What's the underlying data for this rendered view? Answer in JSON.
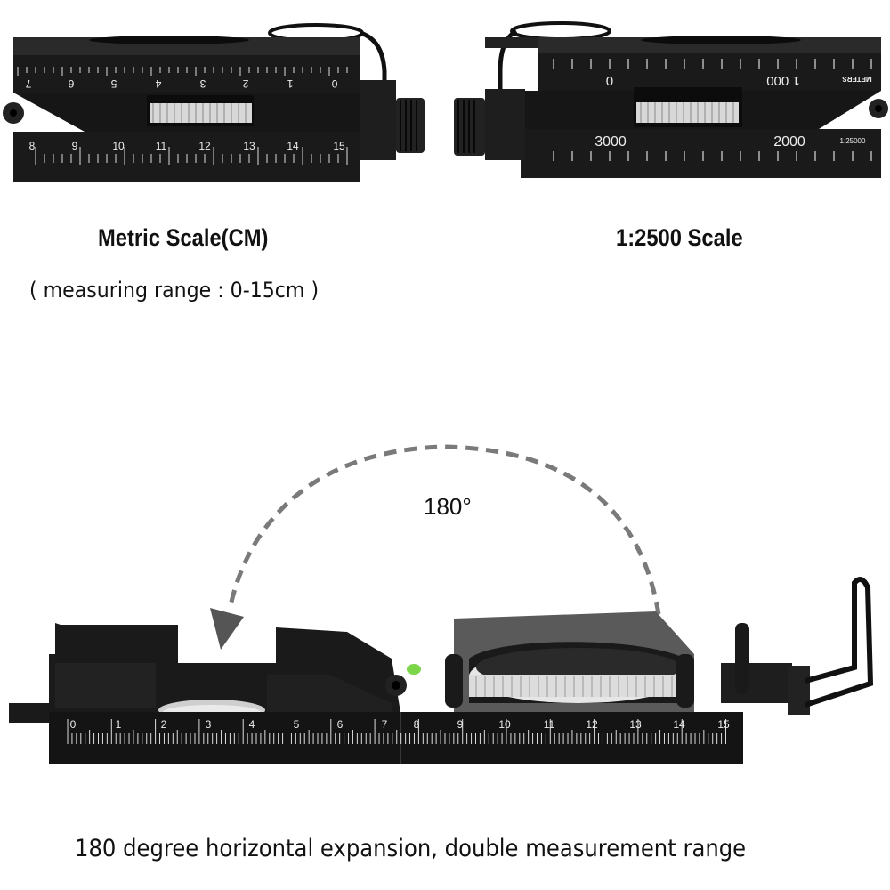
{
  "top_left": {
    "caption_title": "Metric Scale(CM)",
    "caption_sub": "( measuring range : 0-15cm )",
    "upper_scale_labels": [
      "7",
      "6",
      "5",
      "4",
      "3",
      "2",
      "1",
      "0"
    ],
    "lower_scale_labels": [
      "8",
      "9",
      "10",
      "11",
      "12",
      "13",
      "14",
      "15"
    ]
  },
  "top_right": {
    "caption_title": "1:2500 Scale",
    "upper_scale_labels": [
      "0",
      "1 000"
    ],
    "upper_unit": "METERS",
    "lower_scale_labels": [
      "3000",
      "2000"
    ],
    "lower_ratio": "1:25000"
  },
  "middle": {
    "angle_label": "180°",
    "ruler_labels": [
      "0",
      "1",
      "2",
      "3",
      "4",
      "5",
      "6",
      "7",
      "8",
      "9",
      "10",
      "11",
      "12",
      "13",
      "14",
      "15"
    ]
  },
  "bottom_caption": "180 degree horizontal expansion, double measurement range",
  "colors": {
    "body": "#1a1a1a",
    "arc": "#7a7a7a",
    "bubble": "#7bd64a",
    "metal": "#d8d8d8"
  }
}
